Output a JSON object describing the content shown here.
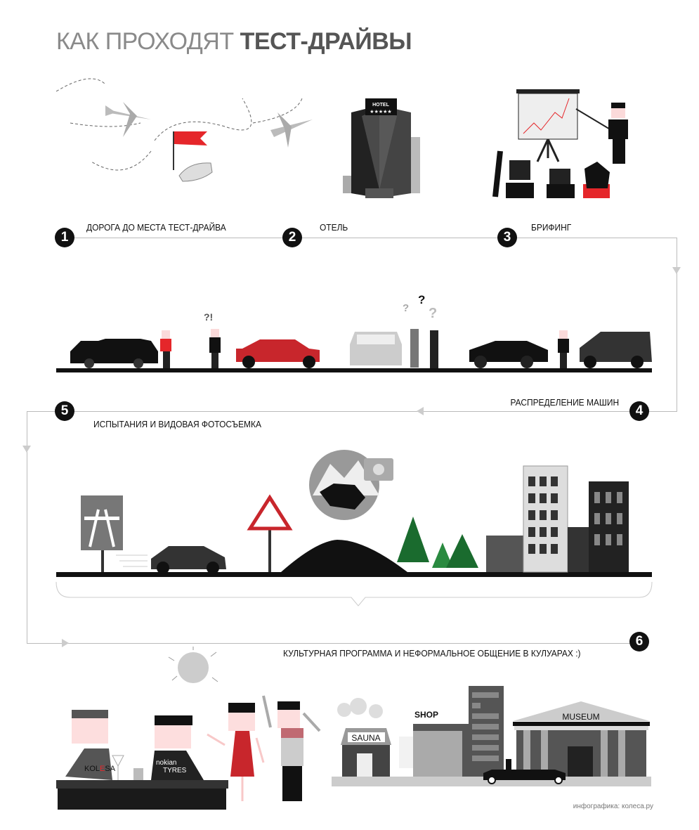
{
  "title": {
    "light": "КАК ПРОХОДЯТ ",
    "bold": "ТЕСТ-ДРАЙВЫ"
  },
  "steps": [
    {
      "num": "1",
      "label": "ДОРОГА ДО МЕСТА ТЕСТ-ДРАЙВА"
    },
    {
      "num": "2",
      "label": "ОТЕЛЬ"
    },
    {
      "num": "3",
      "label": "БРИФИНГ"
    },
    {
      "num": "4",
      "label": "РАСПРЕДЕЛЕНИЕ МАШИН"
    },
    {
      "num": "5",
      "label": "ИСПЫТАНИЯ И ВИДОВАЯ ФОТОСЪЕМКА"
    },
    {
      "num": "6",
      "label": "КУЛЬТУРНАЯ ПРОГРАММА И НЕФОРМАЛЬНОЕ ОБЩЕНИЕ В КУЛУАРАХ :)"
    }
  ],
  "signs": {
    "hotel": "HOTEL",
    "stars": "★★★★★",
    "question_excl": "?!",
    "q1": "?",
    "q2": "?",
    "q3": "?",
    "sauna": "SAUNA",
    "shop": "SHOP",
    "museum": "MUSEUM",
    "kolesa_a": "KOL",
    "kolesa_e": "E",
    "kolesa_b": "SA",
    "nokian": "nokian",
    "tyres": "TYRES"
  },
  "credit": "инфографика: колеса.ру",
  "colors": {
    "accent": "#d42a2a",
    "dark": "#111111",
    "gray": "#bbbbbb"
  }
}
